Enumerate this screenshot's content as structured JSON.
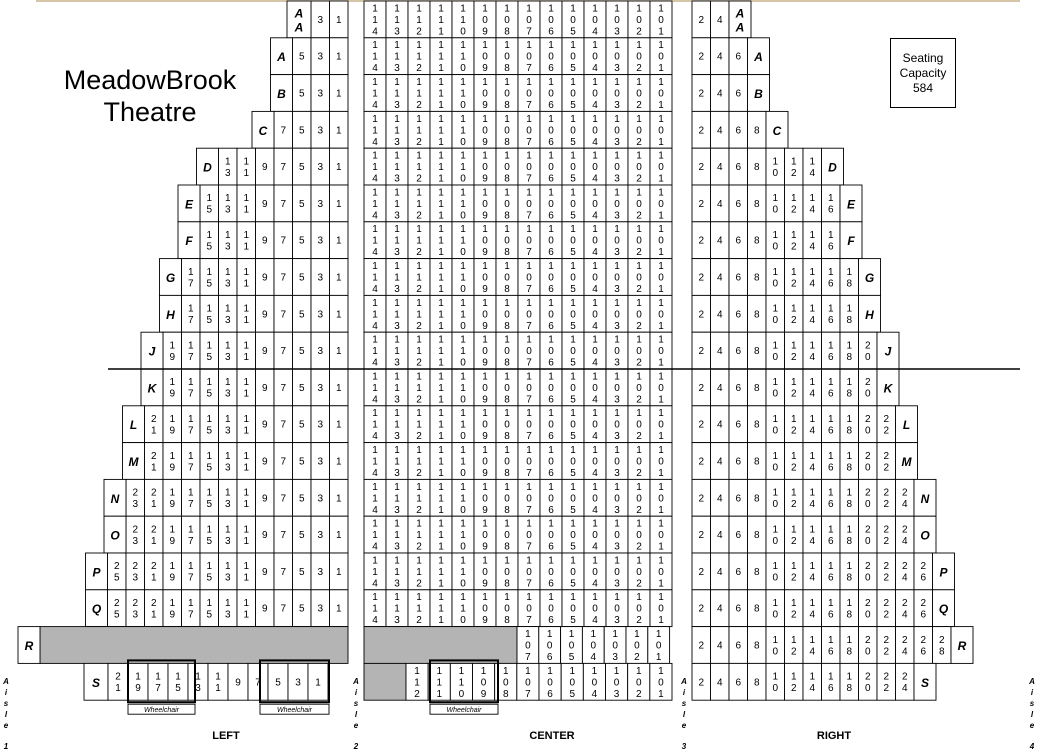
{
  "title": [
    "MeadowBrook",
    "Theatre"
  ],
  "capacity": [
    "Seating",
    "Capacity",
    "584"
  ],
  "sections": {
    "left": "LEFT",
    "center": "CENTER",
    "right": "RIGHT"
  },
  "wheelchair_label": "Wheelchair",
  "aisles": [
    {
      "word": "Aisle",
      "number": "1"
    },
    {
      "word": "Aisle",
      "number": "2"
    },
    {
      "word": "Aisle",
      "number": "3"
    },
    {
      "word": "Aisle",
      "number": "4"
    }
  ],
  "center_seats": [
    "114",
    "113",
    "112",
    "111",
    "110",
    "109",
    "108",
    "107",
    "106",
    "105",
    "104",
    "103",
    "102",
    "101"
  ],
  "center_seats_r": [
    "107",
    "106",
    "105",
    "104",
    "103",
    "102",
    "101"
  ],
  "center_seats_s": [
    "112",
    "111",
    "110",
    "109",
    "108",
    "107",
    "106",
    "105",
    "104",
    "103",
    "102",
    "101"
  ],
  "left_tail": [
    "9",
    "7",
    "5",
    "3",
    "1"
  ],
  "left_tail_a": [
    "5",
    "3",
    "1"
  ],
  "left_tail_aa": [
    "3",
    "1"
  ],
  "right_head": [
    "2",
    "4",
    "6",
    "8"
  ],
  "rows": [
    {
      "label": "AA",
      "left_extra": [],
      "right_extra": []
    },
    {
      "label": "A",
      "left_extra": [],
      "right_extra": []
    },
    {
      "label": "B",
      "left_extra": [],
      "right_extra": []
    },
    {
      "label": "C",
      "left_extra": [],
      "right_extra": []
    },
    {
      "label": "D",
      "left_extra": [
        "13",
        "11"
      ],
      "right_extra": [
        "10",
        "12",
        "14"
      ]
    },
    {
      "label": "E",
      "left_extra": [
        "15",
        "13",
        "11"
      ],
      "right_extra": [
        "10",
        "12",
        "14",
        "16"
      ]
    },
    {
      "label": "F",
      "left_extra": [
        "15",
        "13",
        "11"
      ],
      "right_extra": [
        "10",
        "12",
        "14",
        "16"
      ]
    },
    {
      "label": "G",
      "left_extra": [
        "17",
        "15",
        "13",
        "11"
      ],
      "right_extra": [
        "10",
        "12",
        "14",
        "16",
        "18"
      ]
    },
    {
      "label": "H",
      "left_extra": [
        "17",
        "15",
        "13",
        "11"
      ],
      "right_extra": [
        "10",
        "12",
        "14",
        "16",
        "18"
      ]
    },
    {
      "label": "J",
      "left_extra": [
        "19",
        "17",
        "15",
        "13",
        "11"
      ],
      "right_extra": [
        "10",
        "12",
        "14",
        "16",
        "18",
        "20"
      ]
    },
    {
      "label": "K",
      "left_extra": [
        "19",
        "17",
        "15",
        "13",
        "11"
      ],
      "right_extra": [
        "10",
        "12",
        "14",
        "16",
        "18",
        "20"
      ]
    },
    {
      "label": "L",
      "left_extra": [
        "21",
        "19",
        "17",
        "15",
        "13",
        "11"
      ],
      "right_extra": [
        "10",
        "12",
        "14",
        "16",
        "18",
        "20",
        "22"
      ]
    },
    {
      "label": "M",
      "left_extra": [
        "21",
        "19",
        "17",
        "15",
        "13",
        "11"
      ],
      "right_extra": [
        "10",
        "12",
        "14",
        "16",
        "18",
        "20",
        "22"
      ]
    },
    {
      "label": "N",
      "left_extra": [
        "23",
        "21",
        "19",
        "17",
        "15",
        "13",
        "11"
      ],
      "right_extra": [
        "10",
        "12",
        "14",
        "16",
        "18",
        "20",
        "22",
        "24"
      ]
    },
    {
      "label": "O",
      "left_extra": [
        "23",
        "21",
        "19",
        "17",
        "15",
        "13",
        "11"
      ],
      "right_extra": [
        "10",
        "12",
        "14",
        "16",
        "18",
        "20",
        "22",
        "24"
      ]
    },
    {
      "label": "P",
      "left_extra": [
        "25",
        "23",
        "21",
        "19",
        "17",
        "15",
        "13",
        "11"
      ],
      "right_extra": [
        "10",
        "12",
        "14",
        "16",
        "18",
        "20",
        "22",
        "24",
        "26"
      ]
    },
    {
      "label": "Q",
      "left_extra": [
        "25",
        "23",
        "21",
        "19",
        "17",
        "15",
        "13",
        "11"
      ],
      "right_extra": [
        "10",
        "12",
        "14",
        "16",
        "18",
        "20",
        "22",
        "24",
        "26"
      ]
    },
    {
      "label": "R",
      "left_extra": [],
      "right_extra": [
        "10",
        "12",
        "14",
        "16",
        "18",
        "20",
        "22",
        "24",
        "26",
        "28"
      ]
    },
    {
      "label": "S",
      "left_extra": [
        "21",
        "19",
        "17",
        "15",
        "13",
        "11"
      ],
      "right_extra": [
        "10",
        "12",
        "14",
        "16",
        "18",
        "20",
        "22",
        "24"
      ]
    }
  ],
  "colors": {
    "blocked": "#b4b4b4",
    "line": "#000000"
  }
}
